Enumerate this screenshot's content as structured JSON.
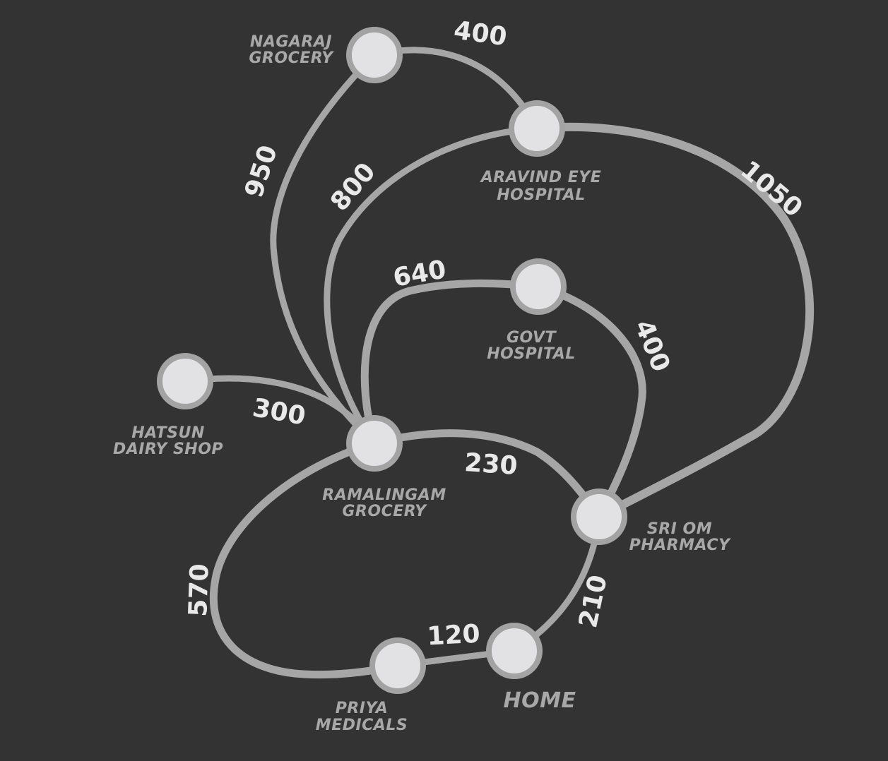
{
  "colors": {
    "background": "#333333",
    "edge": "#a6a6a6",
    "node_fill": "#e2e1e3",
    "node_stroke": "#a3a3a3",
    "weight_text": "#e9e9e9",
    "label_text": "#a8a8a8"
  },
  "nodes": {
    "nagaraj": {
      "line1": "NAGARAJ",
      "line2": "GROCERY"
    },
    "aravind": {
      "line1": "ARAVIND EYE",
      "line2": "HOSPITAL"
    },
    "govt": {
      "line1": "GOVT",
      "line2": "HOSPITAL"
    },
    "hatsun": {
      "line1": "HATSUN",
      "line2": "DAIRY SHOP"
    },
    "ramalingam": {
      "line1": "RAMALINGAM",
      "line2": "GROCERY"
    },
    "sriom": {
      "line1": "SRI OM",
      "line2": "PHARMACY"
    },
    "priya": {
      "line1": "PRIYA",
      "line2": "MEDICALS"
    },
    "home": {
      "line1": "HOME"
    }
  },
  "edges": {
    "nagaraj_aravind": {
      "from": "NAGARAJ GROCERY",
      "to": "ARAVIND EYE HOSPITAL",
      "weight": "400"
    },
    "nagaraj_ramalingam": {
      "from": "NAGARAJ GROCERY",
      "to": "RAMALINGAM GROCERY",
      "weight": "950"
    },
    "aravind_ramalingam": {
      "from": "ARAVIND EYE HOSPITAL",
      "to": "RAMALINGAM GROCERY",
      "weight": "800"
    },
    "aravind_sriom": {
      "from": "ARAVIND EYE HOSPITAL",
      "to": "SRI OM PHARMACY",
      "weight": "1050"
    },
    "ramalingam_govt": {
      "from": "RAMALINGAM GROCERY",
      "to": "GOVT HOSPITAL",
      "weight": "640"
    },
    "govt_sriom": {
      "from": "GOVT HOSPITAL",
      "to": "SRI OM PHARMACY",
      "weight": "400"
    },
    "hatsun_ramalingam": {
      "from": "HATSUN DAIRY SHOP",
      "to": "RAMALINGAM GROCERY",
      "weight": "300"
    },
    "ramalingam_sriom": {
      "from": "RAMALINGAM GROCERY",
      "to": "SRI OM PHARMACY",
      "weight": "230"
    },
    "ramalingam_priya": {
      "from": "RAMALINGAM GROCERY",
      "to": "PRIYA MEDICALS",
      "weight": "570"
    },
    "priya_home": {
      "from": "PRIYA MEDICALS",
      "to": "HOME",
      "weight": "120"
    },
    "sriom_home": {
      "from": "SRI OM PHARMACY",
      "to": "HOME",
      "weight": "210"
    }
  }
}
